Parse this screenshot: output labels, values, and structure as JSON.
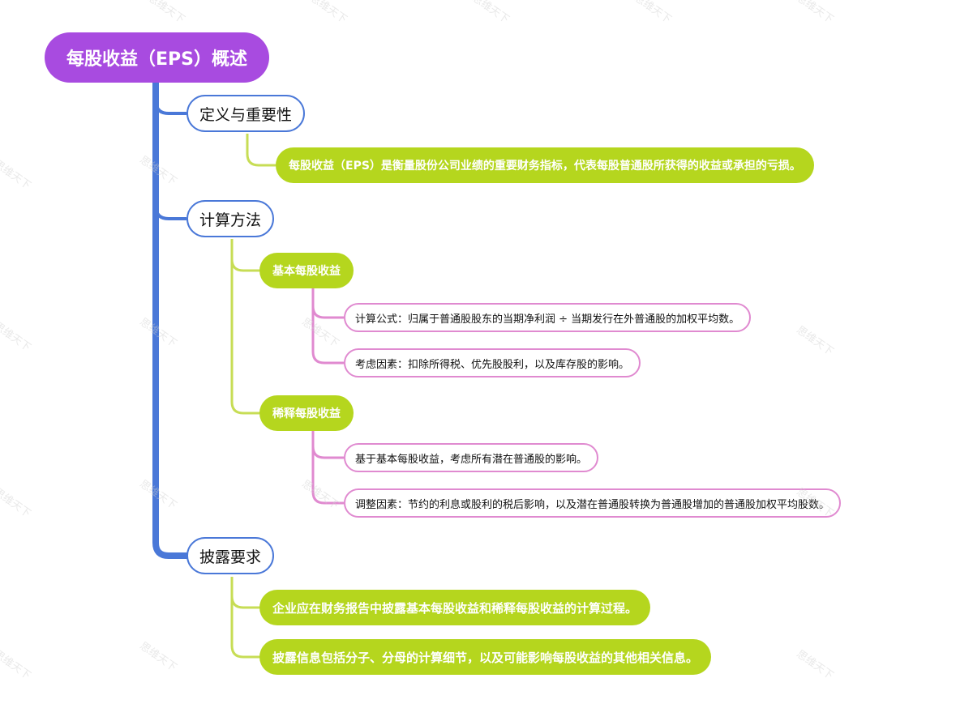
{
  "root": {
    "title": "每股收益（EPS）概述"
  },
  "sections": {
    "definition": {
      "label": "定义与重要性",
      "detail": "每股收益（EPS）是衡量股份公司业绩的重要财务指标，代表每股普通股所获得的收益或承担的亏损。"
    },
    "calculation": {
      "label": "计算方法",
      "basic": {
        "label": "基本每股收益",
        "formula": "计算公式：归属于普通股股东的当期净利润 ÷ 当期发行在外普通股的加权平均数。",
        "factors": "考虑因素：扣除所得税、优先股股利，以及库存股的影响。"
      },
      "diluted": {
        "label": "稀释每股收益",
        "basis": "基于基本每股收益，考虑所有潜在普通股的影响。",
        "adjustments": "调整因素：节约的利息或股利的税后影响，以及潜在普通股转换为普通股增加的普通股加权平均股数。"
      }
    },
    "disclosure": {
      "label": "披露要求",
      "item1": "企业应在财务报告中披露基本每股收益和稀释每股收益的计算过程。",
      "item2": "披露信息包括分子、分母的计算细节，以及可能影响每股收益的其他相关信息。"
    }
  },
  "watermark": "思维天下",
  "colors": {
    "root": "#a84be0",
    "level1_border": "#4a78d8",
    "green": "#b5d61e",
    "pink": "#e08ad0"
  }
}
